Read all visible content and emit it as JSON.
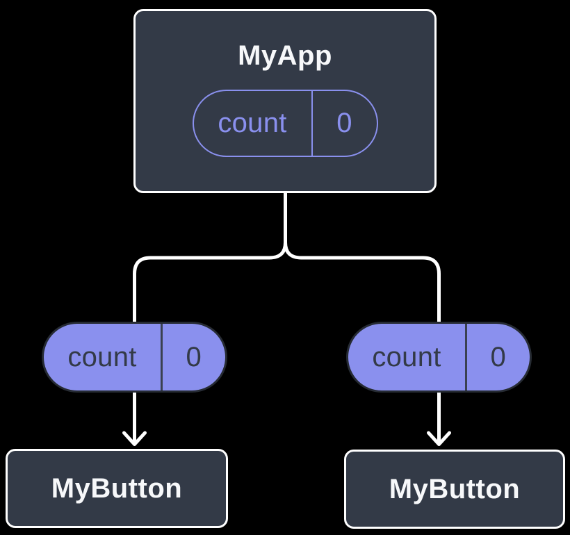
{
  "diagram": {
    "description": "React component tree: parent component holding state passed as props to two child components",
    "colors": {
      "background": "#000000",
      "node_fill": "#333a47",
      "node_border": "#ffffff",
      "accent_purple": "#8a90ee",
      "pill_dark_text": "#333a47",
      "connector": "#ffffff"
    },
    "root": {
      "label": "MyApp",
      "state": {
        "name": "count",
        "value": "0"
      }
    },
    "children": [
      {
        "label": "MyButton",
        "prop": {
          "name": "count",
          "value": "0"
        }
      },
      {
        "label": "MyButton",
        "prop": {
          "name": "count",
          "value": "0"
        }
      }
    ]
  }
}
